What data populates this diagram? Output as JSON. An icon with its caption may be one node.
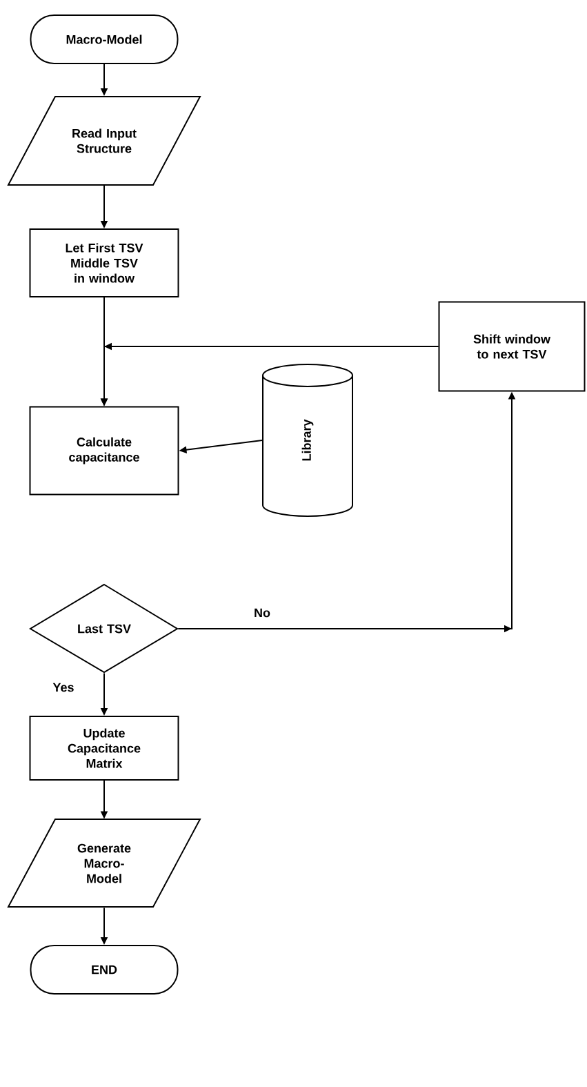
{
  "diagram": {
    "nodes": [
      {
        "text": [
          "Macro-Model"
        ]
      },
      {
        "text": [
          "Read Input Structure"
        ]
      },
      {
        "text": [
          "Let First TSV Middle TSV in window"
        ]
      },
      {
        "text": [
          "Shift window to next TSV"
        ]
      },
      {
        "text": [
          "Calculate capacitance"
        ]
      },
      {
        "text": [
          "Library"
        ]
      },
      {
        "text": [
          "Last TSV"
        ]
      },
      {
        "text": [
          "Update Capacitance Matrix"
        ]
      },
      {
        "text": [
          "Generate Macro-Model"
        ]
      },
      {
        "text": [
          "END"
        ]
      }
    ],
    "edges": [
      {
        "from": 0,
        "to": 1,
        "arrow": "to"
      },
      {
        "from": 1,
        "to": 2,
        "arrow": "to"
      },
      {
        "from": 2,
        "to": 4,
        "arrow": "to"
      },
      {
        "from": 3,
        "to": 4,
        "arrow": "to"
      },
      {
        "from": 5,
        "to": 4,
        "arrow": "to"
      },
      {
        "from": 6,
        "to": 3,
        "arrow": "to",
        "label": "No"
      },
      {
        "from": 6,
        "to": 7,
        "arrow": "to",
        "label": "Yes"
      },
      {
        "from": 7,
        "to": 8,
        "arrow": "to"
      },
      {
        "from": 8,
        "to": 9,
        "arrow": "to"
      }
    ]
  }
}
